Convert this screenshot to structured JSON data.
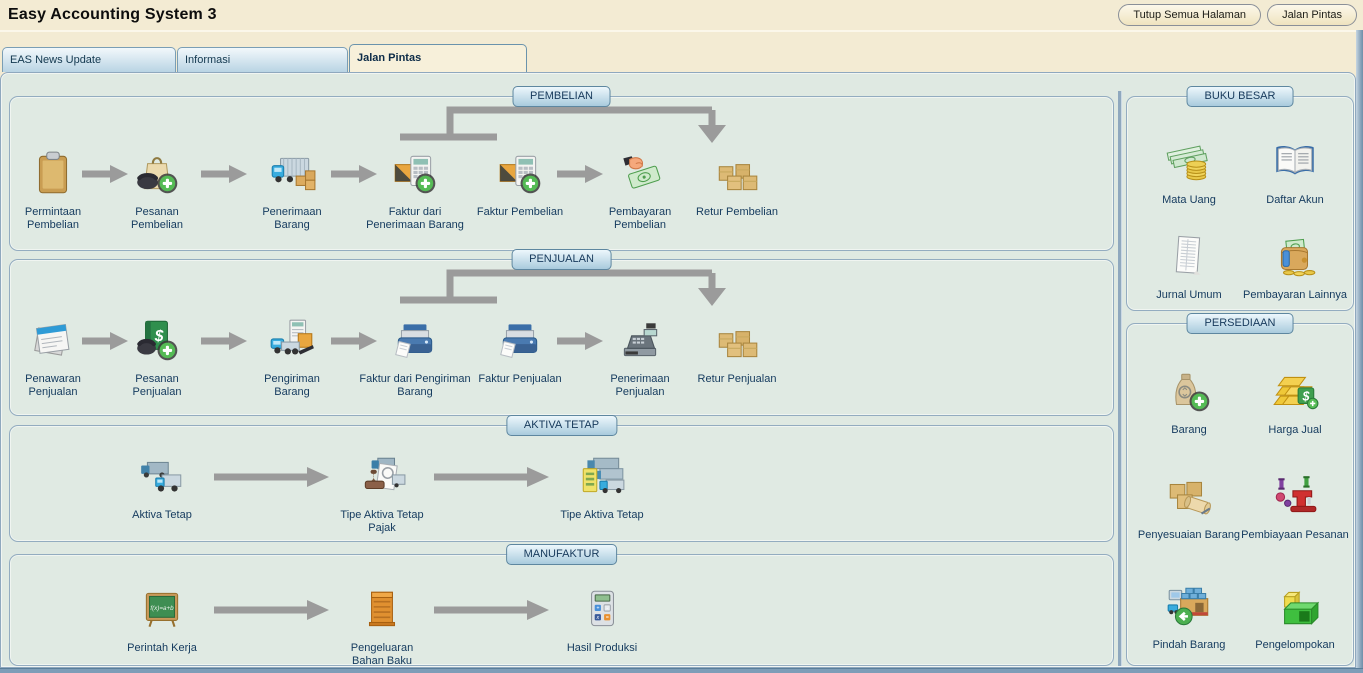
{
  "window": {
    "title": "Easy Accounting System 3",
    "buttons": [
      {
        "label": "Tutup Semua Halaman"
      },
      {
        "label": "Jalan Pintas"
      }
    ]
  },
  "tabs": [
    {
      "label": "EAS News Update",
      "active": false
    },
    {
      "label": "Informasi",
      "active": false
    },
    {
      "label": "Jalan Pintas",
      "active": true
    }
  ],
  "flow_sections": [
    {
      "title": "PEMBELIAN",
      "items": [
        {
          "label": "Permintaan Pembelian",
          "icon": "clipboard-icon"
        },
        {
          "label": "Pesanan Pembelian",
          "icon": "phone-bag-plus-icon"
        },
        {
          "label": "Penerimaan Barang",
          "icon": "truck-boxes-icon"
        },
        {
          "label": "Faktur dari Penerimaan Barang",
          "icon": "box-calculator-plus-icon"
        },
        {
          "label": "Faktur Pembelian",
          "icon": "box-calculator-plus-icon"
        },
        {
          "label": "Pembayaran Pembelian",
          "icon": "hand-money-icon"
        },
        {
          "label": "Retur Pembelian",
          "icon": "boxes-icon"
        }
      ]
    },
    {
      "title": "PENJUALAN",
      "items": [
        {
          "label": "Penawaran Penjualan",
          "icon": "quotation-docs-icon"
        },
        {
          "label": "Pesanan Penjualan",
          "icon": "book-phone-plus-icon"
        },
        {
          "label": "Pengiriman Barang",
          "icon": "truck-box-calc-icon"
        },
        {
          "label": "Faktur dari Pengiriman Barang",
          "icon": "printer-icon"
        },
        {
          "label": "Faktur Penjualan",
          "icon": "printer-icon"
        },
        {
          "label": "Penerimaan Penjualan",
          "icon": "cash-register-icon"
        },
        {
          "label": "Retur Penjualan",
          "icon": "boxes-icon"
        }
      ]
    },
    {
      "title": "AKTIVA TETAP",
      "items": [
        {
          "label": "Aktiva Tetap",
          "icon": "trucks-icon"
        },
        {
          "label": "Tipe Aktiva Tetap Pajak",
          "icon": "truck-stamp-icon"
        },
        {
          "label": "Tipe Aktiva Tetap",
          "icon": "trucks-note-icon"
        }
      ]
    },
    {
      "title": "MANUFAKTUR",
      "items": [
        {
          "label": "Perintah Kerja",
          "icon": "chalkboard-icon"
        },
        {
          "label": "Pengeluaran Bahan Baku",
          "icon": "crate-icon"
        },
        {
          "label": "Hasil Produksi",
          "icon": "calculator-icon"
        }
      ]
    }
  ],
  "sidebar_sections": [
    {
      "title": "BUKU BESAR",
      "items": [
        {
          "label": "Mata Uang",
          "icon": "money-coins-icon"
        },
        {
          "label": "Daftar Akun",
          "icon": "open-book-icon"
        },
        {
          "label": "Jurnal Umum",
          "icon": "journal-paper-icon"
        },
        {
          "label": "Pembayaran Lainnya",
          "icon": "wallet-icon"
        }
      ]
    },
    {
      "title": "PERSEDIAAN",
      "items": [
        {
          "label": "Barang",
          "icon": "sack-plus-icon"
        },
        {
          "label": "Harga Jual",
          "icon": "gold-dollar-icon"
        },
        {
          "label": "Penyesuaian Barang",
          "icon": "boxes-scroll-icon"
        },
        {
          "label": "Pembiayaan Pesanan",
          "icon": "sewing-machine-icon"
        },
        {
          "label": "Pindah Barang",
          "icon": "warehouse-truck-icon"
        },
        {
          "label": "Pengelompokan",
          "icon": "blocks-icon"
        }
      ]
    }
  ],
  "colors": {
    "titlebar_bg": "#F3EBD3",
    "page_bg": "#DFE9E2",
    "groupbox_border": "#93ACC0",
    "caption_text": "#16395B",
    "label_text": "#143A5E",
    "arrow_gray": "#9B9B9B",
    "tab_active_bg": "#F7F0DA"
  }
}
